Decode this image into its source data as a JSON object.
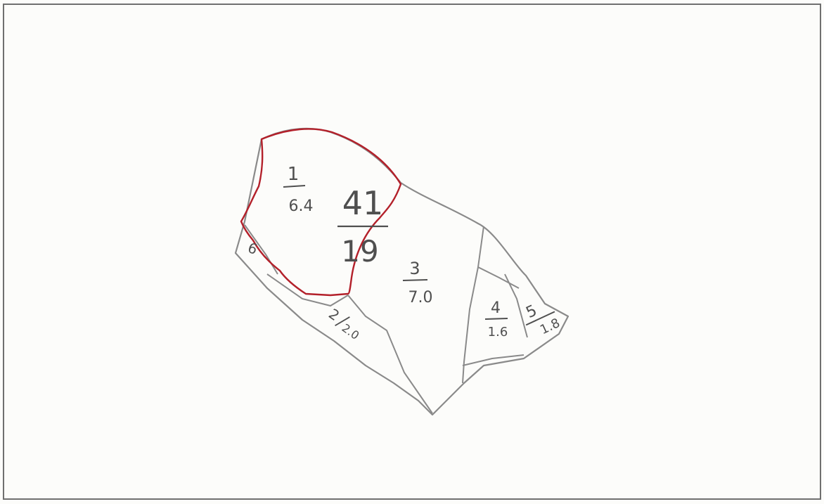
{
  "sketch": {
    "parcels": [
      {
        "id": "1",
        "label_number": "1",
        "label_area": "6.4"
      },
      {
        "id": "2",
        "label_number": "2",
        "label_area": "2.0"
      },
      {
        "id": "3",
        "label_number": "3",
        "label_area": "7.0"
      },
      {
        "id": "4",
        "label_number": "4",
        "label_area": "1.6"
      },
      {
        "id": "5",
        "label_number": "5",
        "label_area": "1.8"
      },
      {
        "id": "6",
        "label_number": "6",
        "label_area": ""
      }
    ],
    "plot_label": {
      "top": "41",
      "bottom": "19"
    },
    "colors": {
      "outline": "#8a8a8a",
      "highlight": "#b3202a",
      "text": "#4f4f4f"
    }
  }
}
